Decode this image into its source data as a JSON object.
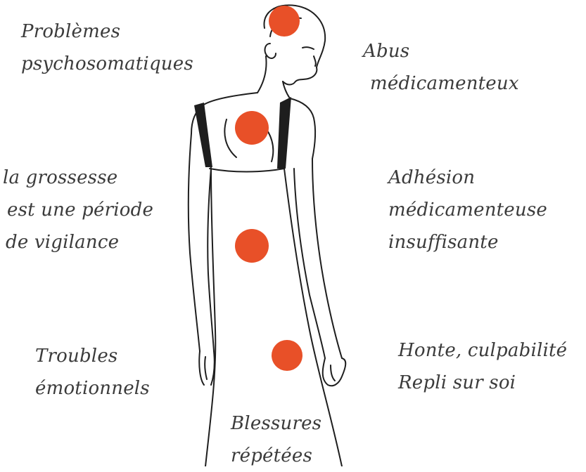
{
  "labels": {
    "psychosomatic": [
      "Problèmes",
      "psychosomatiques"
    ],
    "medication_abuse": [
      "Abus",
      "médicamenteux"
    ],
    "pregnancy": [
      "la grossesse",
      "est une période",
      "de vigilance"
    ],
    "adherence": [
      "Adhésion",
      "médicamenteuse",
      "insuffisante"
    ],
    "emotional": [
      "Troubles",
      "émotionnels"
    ],
    "shame": [
      "Honte, culpabilité",
      "Repli sur soi"
    ],
    "injuries": [
      "Blessures",
      "répétées"
    ]
  },
  "colors": {
    "marker": "#e85028",
    "text": "#3b3b3b",
    "ink": "#1e1e1e"
  }
}
